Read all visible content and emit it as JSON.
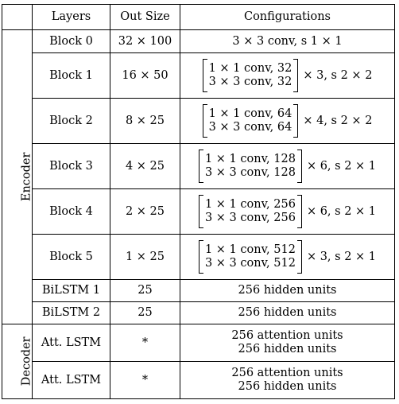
{
  "header": {
    "layers": "Layers",
    "out_size": "Out Size",
    "configurations": "Configurations"
  },
  "sections": {
    "encoder": "Encoder",
    "decoder": "Decoder"
  },
  "rows": [
    {
      "layer": "Block 0",
      "out": "32 × 100",
      "config": "3 × 3 conv, s 1 × 1"
    },
    {
      "layer": "Block 1",
      "out": "16 × 50",
      "line1": "1 × 1 conv, 32",
      "line2": "3 × 3 conv, 32",
      "mult": "× 3, s 2 × 2"
    },
    {
      "layer": "Block 2",
      "out": "8 × 25",
      "line1": "1 × 1 conv, 64",
      "line2": "3 × 3 conv, 64",
      "mult": "× 4, s 2 × 2"
    },
    {
      "layer": "Block 3",
      "out": "4 × 25",
      "line1": "1 × 1 conv, 128",
      "line2": "3 × 3 conv, 128",
      "mult": "× 6, s 2 × 1"
    },
    {
      "layer": "Block 4",
      "out": "2 × 25",
      "line1": "1 × 1 conv, 256",
      "line2": "3 × 3 conv, 256",
      "mult": "× 6, s 2 × 1"
    },
    {
      "layer": "Block 5",
      "out": "1 × 25",
      "line1": "1 × 1 conv, 512",
      "line2": "3 × 3 conv, 512",
      "mult": "× 3, s 2 × 1"
    },
    {
      "layer": "BiLSTM 1",
      "out": "25",
      "config": "256 hidden units"
    },
    {
      "layer": "BiLSTM 2",
      "out": "25",
      "config": "256 hidden units"
    },
    {
      "layer": "Att. LSTM",
      "out": "*",
      "line1": "256 attention units",
      "line2": "256 hidden units"
    },
    {
      "layer": "Att. LSTM",
      "out": "*",
      "line1": "256 attention units",
      "line2": "256 hidden units"
    }
  ]
}
